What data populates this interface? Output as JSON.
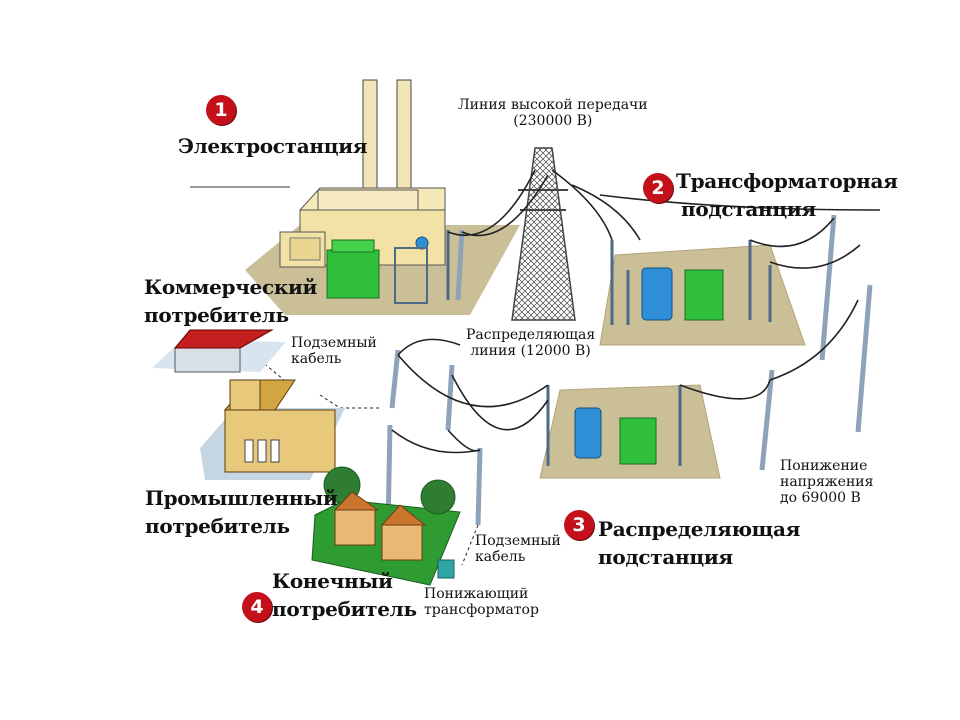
{
  "stages": [
    {
      "number": "1",
      "label": "Электростанция"
    },
    {
      "number": "2",
      "label_line1": "Трансформаторная",
      "label_line2": "подстанция"
    },
    {
      "number": "3",
      "label_line1": "Распределяющая",
      "label_line2": "подстанция"
    },
    {
      "number": "4",
      "label_line1": "Конечный",
      "label_line2": "потребитель"
    }
  ],
  "consumers": {
    "commercial": {
      "line1": "Коммерческий",
      "line2": "потребитель"
    },
    "industrial": {
      "line1": "Промышленный",
      "line2": "потребитель"
    }
  },
  "annotations": {
    "high_voltage": {
      "line1": "Линия высокой передачи",
      "line2": "(230000 В)"
    },
    "distribution_line": {
      "line1": "Распределяющая",
      "line2": "линия (12000 В)"
    },
    "underground_cable_top": {
      "line1": "Подземный",
      "line2": "кабель"
    },
    "underground_cable_bottom": {
      "line1": "Подземный",
      "line2": "кабель"
    },
    "step_down_transformer": {
      "line1": "Понижающий",
      "line2": "трансформатор"
    },
    "voltage_reduction": {
      "line1": "Понижение",
      "line2": "напряжения",
      "line3": "до 69000 В"
    }
  },
  "colors": {
    "badge": "#c4101a",
    "ground": "#cbbf98",
    "transformer_green": "#2fbf3a",
    "transformer_blue": "#2f8fd8",
    "building_tan": "#e8c87a",
    "roof_red": "#c41e1e",
    "lawn_green": "#2e9c32"
  }
}
